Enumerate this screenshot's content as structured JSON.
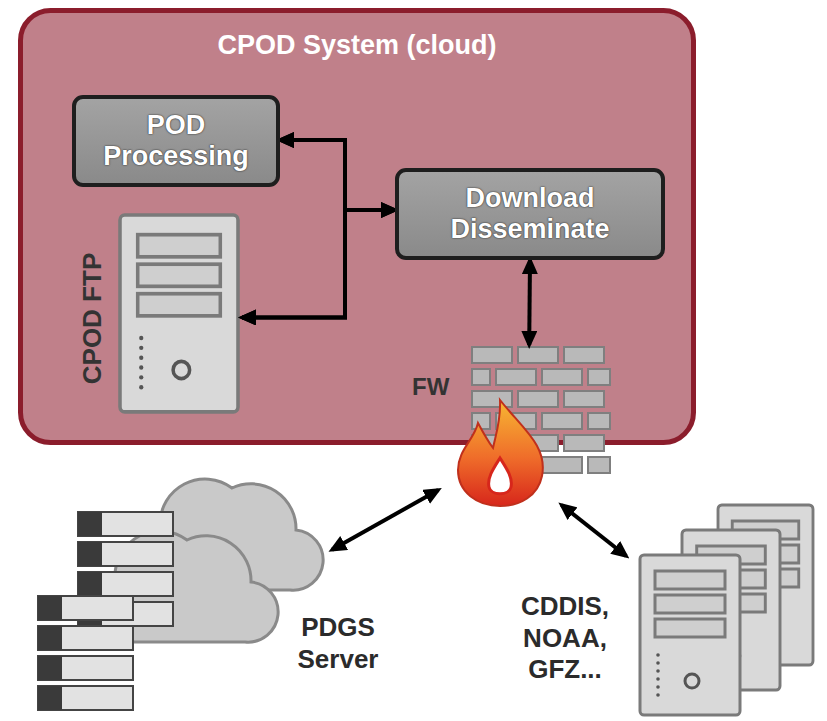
{
  "diagram": {
    "nodes": [
      {
        "text": [
          "CPOD System (cloud)"
        ]
      },
      {
        "text": [
          "POD Processing"
        ],
        "in": 0
      },
      {
        "text": [
          "Download Disseminate"
        ],
        "in": 0
      },
      {
        "text": [
          "CPOD FTP"
        ],
        "in": 0
      },
      {
        "text": [
          "FW"
        ],
        "in": 0
      },
      {
        "text": [
          "PDGS Server"
        ]
      },
      {
        "text": [
          "CDDIS, NOAA, GFZ..."
        ]
      }
    ],
    "edges": [
      {
        "from": 1,
        "to": 2,
        "arrow": "both"
      },
      {
        "from": 2,
        "to": 3,
        "arrow": "both"
      },
      {
        "from": 1,
        "to": 3,
        "arrow": "both"
      },
      {
        "from": 2,
        "to": 4,
        "arrow": "both"
      },
      {
        "from": 4,
        "to": 5,
        "arrow": "both"
      },
      {
        "from": 4,
        "to": 6,
        "arrow": "both"
      }
    ]
  }
}
